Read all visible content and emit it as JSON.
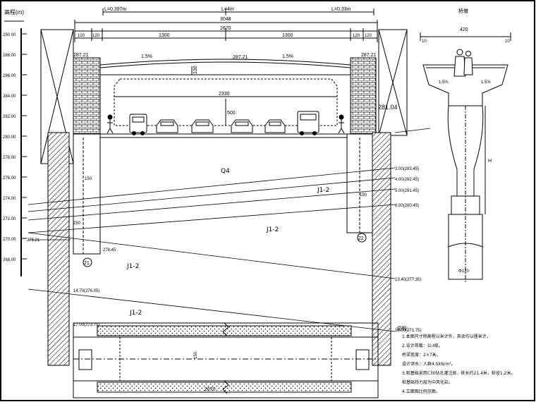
{
  "diagram": {
    "cross_section": {
      "left_scale_title": "高程(m)",
      "elevations": [
        "290.00",
        "288.00",
        "286.00",
        "284.00",
        "282.00",
        "280.00",
        "278.00",
        "276.00",
        "274.00",
        "272.00",
        "270.00",
        "268.00"
      ],
      "dims_top": [
        "L=0.397m",
        "L=4m",
        "L=0.33m"
      ],
      "total_width": "3048",
      "span_width": "2670",
      "left_parts": [
        "120",
        "120"
      ],
      "mid_left": "1300",
      "mid_right": "1300",
      "right_parts": [
        "120",
        "120"
      ],
      "slope_left": "1.5%",
      "slope_right": "1.5%",
      "road_level": "287.21",
      "left_level": "287.21",
      "right_level": "287.21",
      "deck_thickness": "130",
      "clear_width": "2330",
      "clear_height": "500",
      "ground_level": "281.04",
      "water_mark": "Q4",
      "soil_layers": [
        "J1-2",
        "J1-2",
        "J1-2",
        "J1-2"
      ],
      "layer_labels": [
        "3.00(283.45)",
        "4.00(282.45)",
        "5.00(281.45)",
        "6.00(280.45)",
        "13.40(277.35)",
        "14.70(276.05)",
        "17.00(273.75)",
        "19.00(271.75)"
      ],
      "pile_labels": [
        "150",
        "150",
        "250",
        "150"
      ],
      "pile_numbers": [
        "21",
        "22"
      ],
      "pile_top": "278.45",
      "pile_bottom": "275.21",
      "plan_width": "2670"
    },
    "pier_detail": {
      "title": "桥墩",
      "top_width": "420",
      "side_dims": [
        "10",
        "10"
      ],
      "labels": [
        "1.5%",
        "1.5%"
      ],
      "height_label": "H",
      "pile_label": "Φ120"
    },
    "notes": {
      "header": "说明：",
      "lines": [
        "1.本图尺寸除高程以米计外，其余均以厘米计。",
        "2.设计荷载：公-I级。",
        "  桥梁宽度：2×7米。",
        "  设计洪水：人群4.5kN/m²。",
        "3.桩基础采用C30钻孔灌注桩，桩长约21.4米，桩径1.2米。",
        "  桩基础持力层为中风化岩。",
        "4.立面图比例见图。"
      ]
    }
  }
}
